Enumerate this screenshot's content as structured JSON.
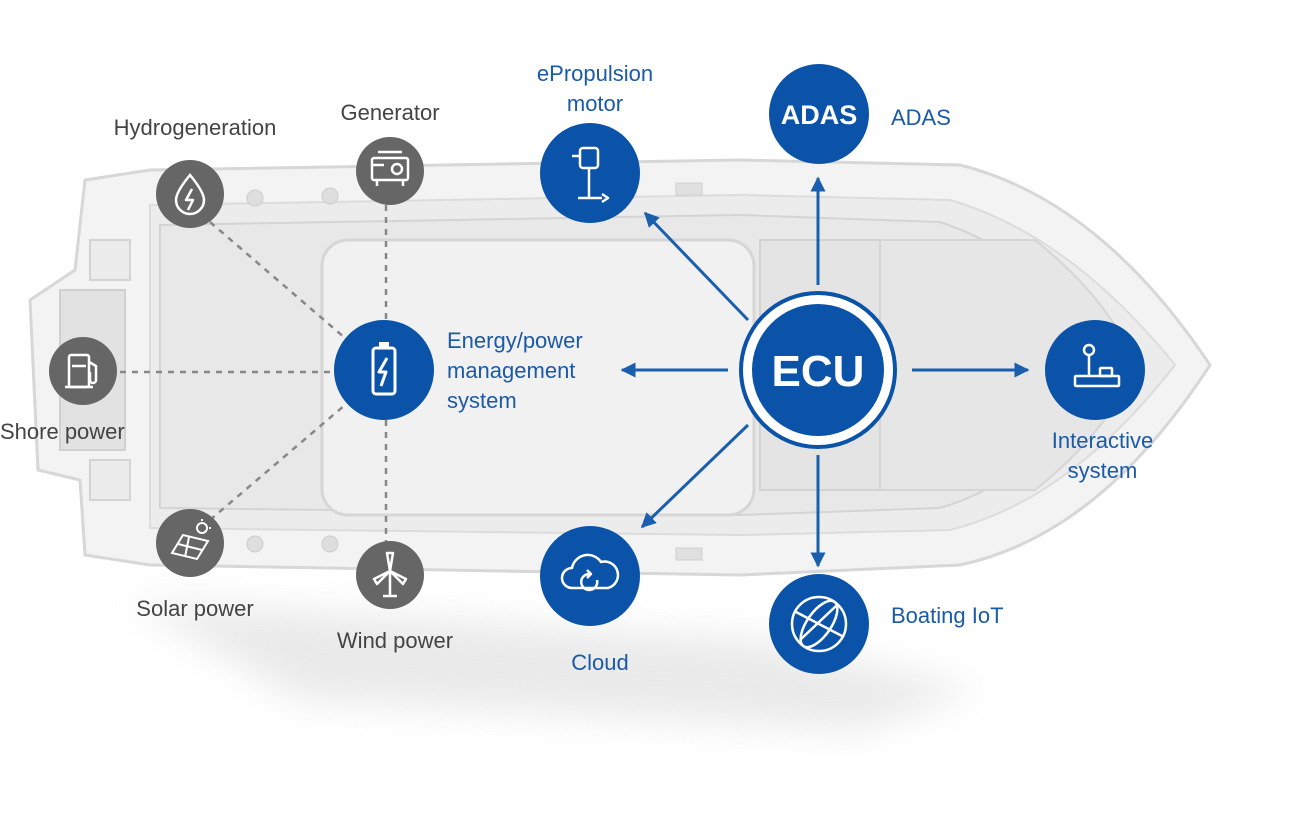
{
  "ecu": {
    "label": "ECU"
  },
  "energy_system": {
    "label": "Energy/power\nmanagement\nsystem"
  },
  "sources": {
    "hydrogeneration": "Hydrogeneration",
    "generator": "Generator",
    "shore_power": "Shore power",
    "solar_power": "Solar power",
    "wind_power": "Wind power"
  },
  "outputs": {
    "epropulsion": "ePropulsion\nmotor",
    "adas": "ADAS",
    "adas_badge": "ADAS",
    "interactive": "Interactive\nsystem",
    "boating_iot": "Boating IoT",
    "cloud": "Cloud"
  },
  "colors": {
    "primary_blue": "#0a53a8",
    "label_blue": "#1b5aa6",
    "source_grey": "#666666",
    "boat_grey": "#e9e9e9"
  },
  "icons": {
    "ecu": "ecu-badge",
    "energy": "battery-icon",
    "hydrogeneration": "water-drop-bolt-icon",
    "generator": "generator-icon",
    "shore_power": "fuel-pump-icon",
    "solar_power": "solar-panel-icon",
    "wind_power": "wind-turbine-icon",
    "epropulsion": "outboard-motor-icon",
    "adas": "adas-badge",
    "interactive": "joystick-icon",
    "boating_iot": "globe-icon",
    "cloud": "cloud-sync-icon"
  }
}
